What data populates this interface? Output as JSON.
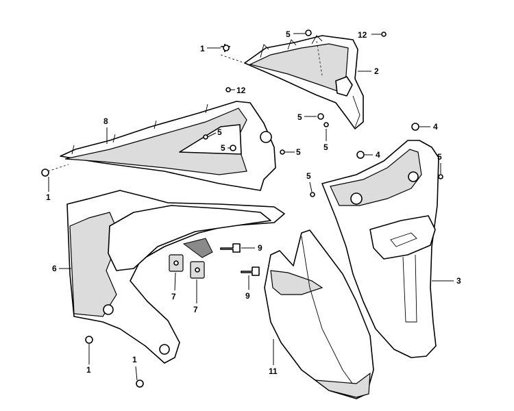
{
  "callouts": [
    {
      "id": "c1",
      "label": "1"
    },
    {
      "id": "c2",
      "label": "2"
    },
    {
      "id": "c3",
      "label": "3"
    },
    {
      "id": "c4",
      "label": "4"
    },
    {
      "id": "c5",
      "label": "5"
    },
    {
      "id": "c6",
      "label": "6"
    },
    {
      "id": "c7",
      "label": "7"
    },
    {
      "id": "c8",
      "label": "8"
    },
    {
      "id": "c9",
      "label": "9"
    },
    {
      "id": "c11",
      "label": "11"
    },
    {
      "id": "c12",
      "label": "12"
    }
  ]
}
